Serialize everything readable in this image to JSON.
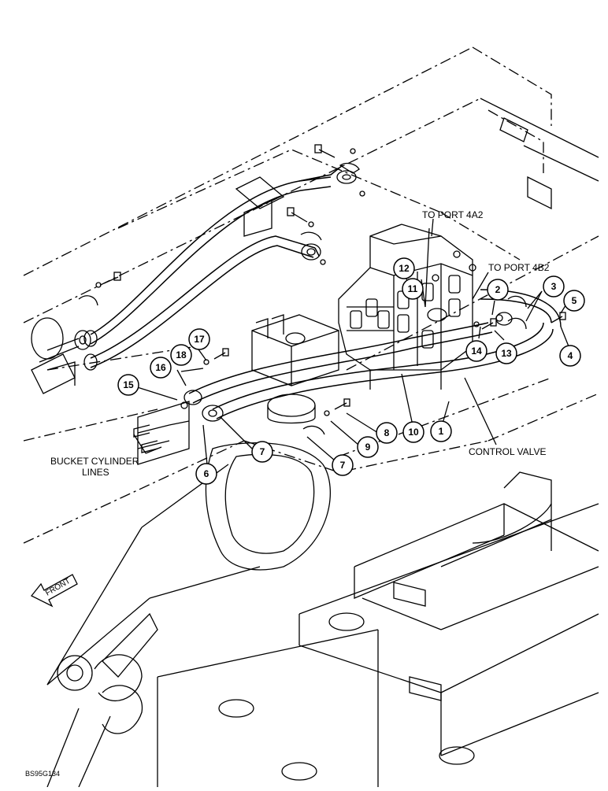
{
  "labels": {
    "to_port_4a2": "TO PORT 4A2",
    "to_port_4b2": "TO PORT 4B2",
    "control_valve": "CONTROL VALVE",
    "bucket_line1": "BUCKET CYLINDER",
    "bucket_line2": "LINES",
    "front": "FRONT",
    "figure_id": "BS95G134"
  },
  "callouts": {
    "c1": "1",
    "c2": "2",
    "c3": "3",
    "c4": "4",
    "c5": "5",
    "c6": "6",
    "c7a": "7",
    "c7b": "7",
    "c8": "8",
    "c9": "9",
    "c10": "10",
    "c11": "11",
    "c12": "12",
    "c13": "13",
    "c14": "14",
    "c15": "15",
    "c16": "16",
    "c17": "17",
    "c18": "18"
  }
}
